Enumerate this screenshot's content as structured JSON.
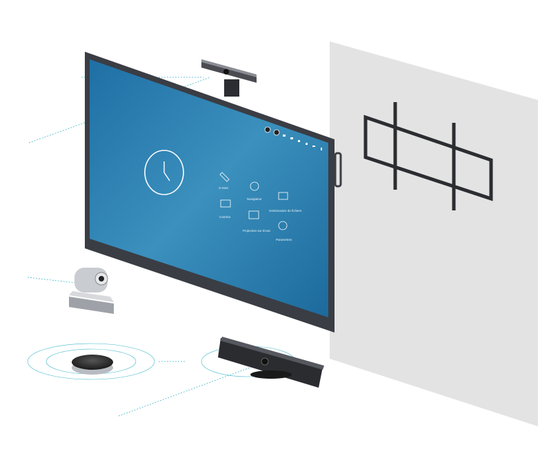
{
  "screen": {
    "apps": [
      {
        "label": "S-Note",
        "icon": "pen-icon"
      },
      {
        "label": "Navigateur",
        "icon": "globe-icon"
      },
      {
        "label": "Gestionnaire de fichiers",
        "icon": "folder-icon"
      },
      {
        "label": "Caméra",
        "icon": "camera-icon"
      },
      {
        "label": "Projection sur écran",
        "icon": "cast-icon"
      },
      {
        "label": "Paramètres",
        "icon": "gear-icon"
      }
    ],
    "status_icons": [
      "record-icon",
      "mic-icon",
      "display-icon",
      "wifi-icon",
      "shield-icon",
      "bell-icon",
      "network-icon",
      "battery-icon"
    ]
  },
  "colors": {
    "screen_blue": "#2a7fb0",
    "bezel": "#3a3d44",
    "wall": "#e3e3e3",
    "guide_line": "#3fb7c9"
  }
}
